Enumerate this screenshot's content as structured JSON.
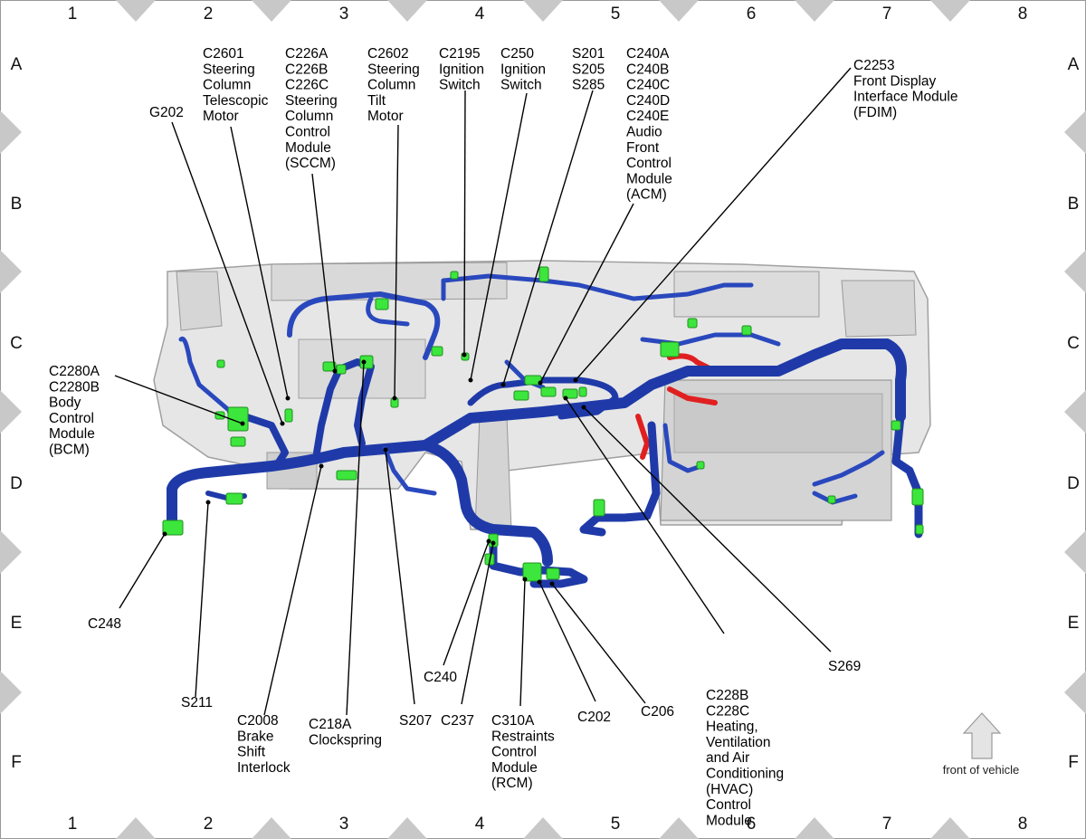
{
  "grid": {
    "columns": [
      "1",
      "2",
      "3",
      "4",
      "5",
      "6",
      "7",
      "8"
    ],
    "rows": [
      "A",
      "B",
      "C",
      "D",
      "E",
      "F"
    ]
  },
  "colors": {
    "harness_blue": "#1f3aa8",
    "harness_blue_light": "#3f62d6",
    "connector_green": "#3ce63c",
    "harness_red": "#e02020",
    "frame_gray": "#d8d8d8",
    "frame_outline": "#9a9a9a",
    "border_triangle": "#c8c8c8"
  },
  "callouts": [
    {
      "id": "g202",
      "lines": [
        "G202"
      ]
    },
    {
      "id": "c2601",
      "lines": [
        "C2601",
        "Steering",
        "Column",
        "Telescopic",
        "Motor"
      ]
    },
    {
      "id": "c226",
      "lines": [
        "C226A",
        "C226B",
        "C226C",
        "Steering",
        "Column",
        "Control",
        "Module",
        "(SCCM)"
      ]
    },
    {
      "id": "c2602",
      "lines": [
        "C2602",
        "Steering",
        "Column",
        "Tilt",
        "Motor"
      ]
    },
    {
      "id": "c2195",
      "lines": [
        "C2195",
        "Ignition",
        "Switch"
      ]
    },
    {
      "id": "c250",
      "lines": [
        "C250",
        "Ignition",
        "Switch"
      ]
    },
    {
      "id": "s201",
      "lines": [
        "S201",
        "S205",
        "S285"
      ]
    },
    {
      "id": "c240",
      "lines": [
        "C240A",
        "C240B",
        "C240C",
        "C240D",
        "C240E",
        "Audio",
        "Front",
        "Control",
        "Module",
        "(ACM)"
      ]
    },
    {
      "id": "c2253",
      "lines": [
        "C2253",
        "Front Display",
        "Interface Module",
        "(FDIM)"
      ]
    },
    {
      "id": "c2280",
      "lines": [
        "C2280A",
        "C2280B",
        "Body",
        "Control",
        "Module",
        "(BCM)"
      ]
    },
    {
      "id": "c248",
      "lines": [
        "C248"
      ]
    },
    {
      "id": "s211",
      "lines": [
        "S211"
      ]
    },
    {
      "id": "c2008",
      "lines": [
        "C2008",
        "Brake",
        "Shift",
        "Interlock"
      ]
    },
    {
      "id": "c218a",
      "lines": [
        "C218A",
        "Clockspring"
      ]
    },
    {
      "id": "s207",
      "lines": [
        "S207"
      ]
    },
    {
      "id": "c240b",
      "lines": [
        "C240"
      ]
    },
    {
      "id": "c237",
      "lines": [
        "C237"
      ]
    },
    {
      "id": "c310a",
      "lines": [
        "C310A",
        "Restraints",
        "Control",
        "Module",
        "(RCM)"
      ]
    },
    {
      "id": "c202",
      "lines": [
        "C202"
      ]
    },
    {
      "id": "c206",
      "lines": [
        "C206"
      ]
    },
    {
      "id": "c228",
      "lines": [
        "C228B",
        "C228C",
        "Heating,",
        "Ventilation",
        "and Air",
        "Conditioning",
        "(HVAC)",
        "Control",
        "Module"
      ]
    },
    {
      "id": "s269",
      "lines": [
        "S269"
      ]
    }
  ],
  "front_indicator": {
    "label": "front of vehicle",
    "icon": "up-arrow-icon"
  }
}
